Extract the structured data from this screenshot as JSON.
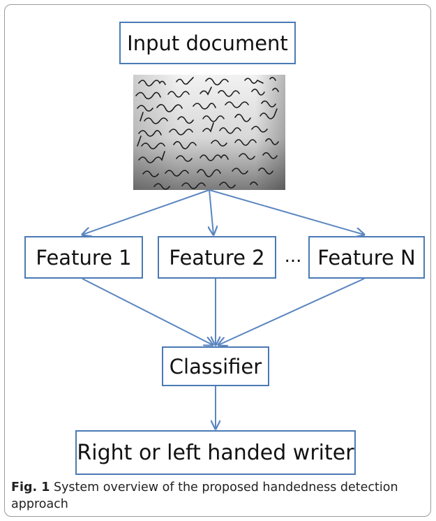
{
  "diagram": {
    "input_label": "Input document",
    "features": [
      "Feature 1",
      "Feature 2",
      "Feature N"
    ],
    "ellipsis": "...",
    "classifier_label": "Classifier",
    "output_label": "Right or left handed writer"
  },
  "caption": {
    "fig_label": "Fig. 1",
    "text": " System overview of the proposed handedness detection approach"
  },
  "colors": {
    "box_border": "#4a7ab5",
    "arrow": "#5b86c0"
  }
}
